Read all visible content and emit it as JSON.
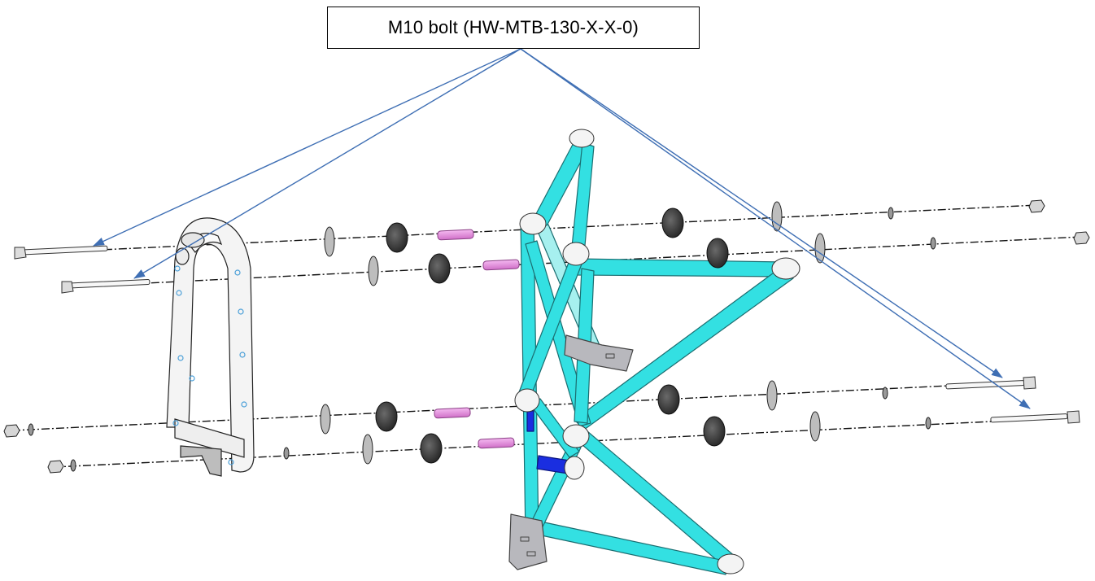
{
  "callout": {
    "label": "M10 bolt (HW-MTB-130-X-X-0)"
  },
  "colors": {
    "frame_tube": "#33e0e2",
    "frame_tube_light": "#a6f0ef",
    "bushing_pin": "#e58ce0",
    "cross_member": "#1a2ee0",
    "leader_line": "#3f6fb4",
    "rubber_mount": "#3d3d3d",
    "bracket_metal": "#b8b8bd",
    "roll_hoop": "#f4f4f4"
  },
  "parts": [
    "roll-hoop",
    "subframe",
    "m10-bolt",
    "rubber-mount",
    "bushing-pin",
    "washer",
    "nut"
  ]
}
